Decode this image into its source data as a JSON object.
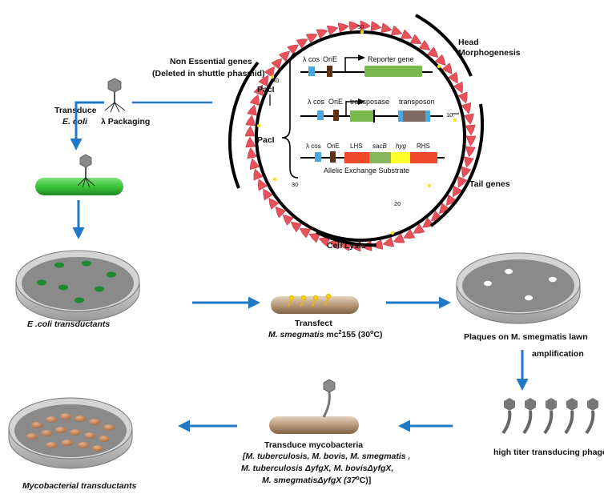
{
  "plasmid": {
    "tick_50": "50",
    "tick_40": "40",
    "tick_30": "30",
    "tick_20": "20",
    "tick_10": "10",
    "head_line1": "Head",
    "head_line2": "Morphogenesis",
    "tail": "Tail genes",
    "lysis": "Cell Lysis",
    "nonessential_line1": "Non Essential genes",
    "nonessential_line2": "(Deleted in shuttle phasmid)",
    "paci_top": "PacI",
    "paci_mid": "PacI"
  },
  "cassettes": {
    "lambda_cos": "λ cos",
    "orie": "OriE",
    "reporter_gene": "Reporter gene",
    "transposase": "transposase",
    "transposon": "transposon",
    "lhs": "LHS",
    "sacb": "sacB",
    "hyg": "hyg",
    "rhs": "RHS",
    "aes": "Allelic Exchange Substrate"
  },
  "steps": {
    "transduce_line1": "Transduce",
    "transduce_line2": "E. coli",
    "lambda_packaging": "λ Packaging",
    "ecoli_transductants": "E .coli transductants",
    "transfect_title": "Transfect",
    "transfect_sub_italic": "M. smegmatis",
    "transfect_sub_rest": " mc",
    "transfect_sup": "2",
    "transfect_sub_end": "155  (30",
    "transfect_deg": "o",
    "transfect_close": "C)",
    "plaques": "Plaques on M. smegmatis lawn",
    "amplification": "amplification",
    "high_titer": "high titer transducing phage",
    "transduce_myco_title": "Transduce mycobacteria",
    "myco_line1": "[M. tuberculosis, M. bovis, M. smegmatis ,",
    "myco_line2": "M. tuberculosis ΔyfgX, M. bovisΔyfgX,",
    "myco_line3": "M. smegmatisΔyfgX (37",
    "myco_deg": "o",
    "myco_line3_end": "C)]",
    "myco_transductants": "Mycobacterial transductants"
  },
  "colors": {
    "arrow_blue": "#1f78c8",
    "arrow_red": "#e8505a",
    "bacteria_green": "#3cc43c",
    "bacteria_tan": "#b89a78",
    "plate_gray": "#8a8a8a",
    "lambda_cos_blue": "#4aa8e0",
    "orie_brown": "#5a3418",
    "reporter_green": "#79b84a",
    "lhs_red": "#f04a2a",
    "sacb_green": "#86b55c",
    "hyg_yellow": "#ffff2a",
    "transposon_gray": "#7f6a62"
  }
}
